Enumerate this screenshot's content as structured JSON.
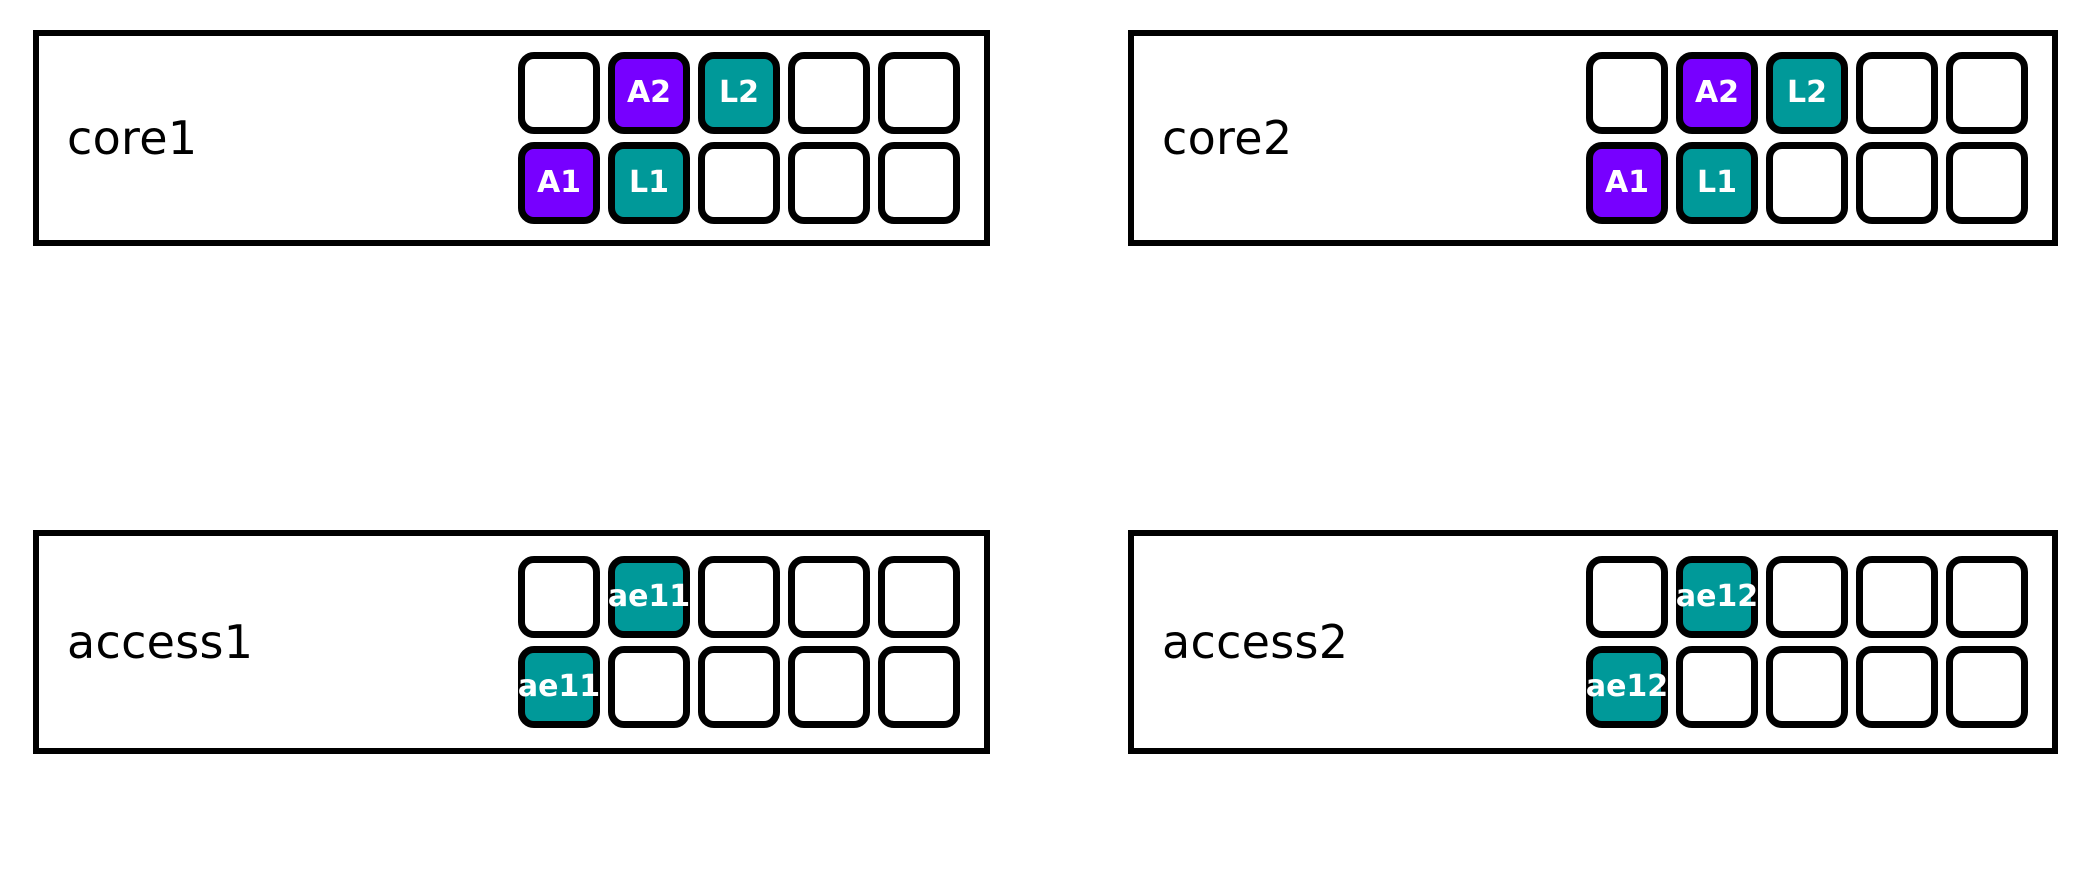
{
  "diagram": {
    "title": "network-device-port-map",
    "colors": {
      "aggregate_port": "#7700ff",
      "link_port": "#009999",
      "empty_port": "#ffffff",
      "border": "#000000",
      "label_text": "#000000",
      "port_text": "#ffffff"
    },
    "panels": [
      {
        "id": "core1",
        "label": "core1",
        "rows": [
          [
            {
              "label": "",
              "state": "empty"
            },
            {
              "label": "A2",
              "state": "agg"
            },
            {
              "label": "L2",
              "state": "link"
            },
            {
              "label": "",
              "state": "empty"
            },
            {
              "label": "",
              "state": "empty"
            }
          ],
          [
            {
              "label": "A1",
              "state": "agg"
            },
            {
              "label": "L1",
              "state": "link"
            },
            {
              "label": "",
              "state": "empty"
            },
            {
              "label": "",
              "state": "empty"
            },
            {
              "label": "",
              "state": "empty"
            }
          ]
        ]
      },
      {
        "id": "core2",
        "label": "core2",
        "rows": [
          [
            {
              "label": "",
              "state": "empty"
            },
            {
              "label": "A2",
              "state": "agg"
            },
            {
              "label": "L2",
              "state": "link"
            },
            {
              "label": "",
              "state": "empty"
            },
            {
              "label": "",
              "state": "empty"
            }
          ],
          [
            {
              "label": "A1",
              "state": "agg"
            },
            {
              "label": "L1",
              "state": "link"
            },
            {
              "label": "",
              "state": "empty"
            },
            {
              "label": "",
              "state": "empty"
            },
            {
              "label": "",
              "state": "empty"
            }
          ]
        ]
      },
      {
        "id": "access1",
        "label": "access1",
        "rows": [
          [
            {
              "label": "",
              "state": "empty"
            },
            {
              "label": "ae11",
              "state": "link"
            },
            {
              "label": "",
              "state": "empty"
            },
            {
              "label": "",
              "state": "empty"
            },
            {
              "label": "",
              "state": "empty"
            }
          ],
          [
            {
              "label": "ae11",
              "state": "link"
            },
            {
              "label": "",
              "state": "empty"
            },
            {
              "label": "",
              "state": "empty"
            },
            {
              "label": "",
              "state": "empty"
            },
            {
              "label": "",
              "state": "empty"
            }
          ]
        ]
      },
      {
        "id": "access2",
        "label": "access2",
        "rows": [
          [
            {
              "label": "",
              "state": "empty"
            },
            {
              "label": "ae12",
              "state": "link"
            },
            {
              "label": "",
              "state": "empty"
            },
            {
              "label": "",
              "state": "empty"
            },
            {
              "label": "",
              "state": "empty"
            }
          ],
          [
            {
              "label": "ae12",
              "state": "link"
            },
            {
              "label": "",
              "state": "empty"
            },
            {
              "label": "",
              "state": "empty"
            },
            {
              "label": "",
              "state": "empty"
            },
            {
              "label": "",
              "state": "empty"
            }
          ]
        ]
      }
    ]
  }
}
